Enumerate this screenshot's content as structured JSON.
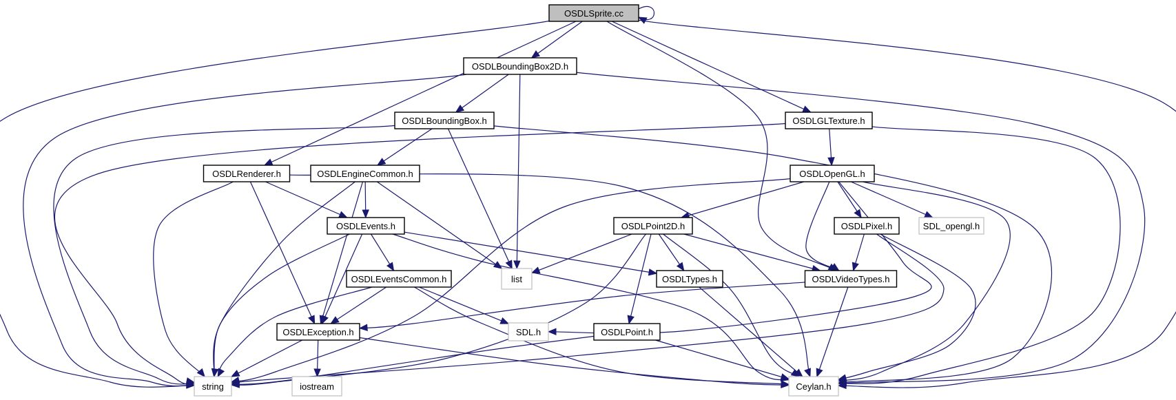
{
  "nodes": [
    {
      "id": "sprite",
      "label": "OSDLSprite.cc",
      "kind": "root"
    },
    {
      "id": "bbox2d",
      "label": "OSDLBoundingBox2D.h",
      "kind": "header"
    },
    {
      "id": "bbox",
      "label": "OSDLBoundingBox.h",
      "kind": "header"
    },
    {
      "id": "gltex",
      "label": "OSDLGLTexture.h",
      "kind": "header"
    },
    {
      "id": "renderer",
      "label": "OSDLRenderer.h",
      "kind": "header"
    },
    {
      "id": "enginecommon",
      "label": "OSDLEngineCommon.h",
      "kind": "header"
    },
    {
      "id": "opengl",
      "label": "OSDLOpenGL.h",
      "kind": "header"
    },
    {
      "id": "events",
      "label": "OSDLEvents.h",
      "kind": "header"
    },
    {
      "id": "point2d",
      "label": "OSDLPoint2D.h",
      "kind": "header"
    },
    {
      "id": "pixel",
      "label": "OSDLPixel.h",
      "kind": "header"
    },
    {
      "id": "sdlopengl",
      "label": "SDL_opengl.h",
      "kind": "external"
    },
    {
      "id": "eventscommon",
      "label": "OSDLEventsCommon.h",
      "kind": "header"
    },
    {
      "id": "list",
      "label": "list",
      "kind": "external"
    },
    {
      "id": "types",
      "label": "OSDLTypes.h",
      "kind": "header"
    },
    {
      "id": "videotypes",
      "label": "OSDLVideoTypes.h",
      "kind": "header"
    },
    {
      "id": "exception",
      "label": "OSDLException.h",
      "kind": "header"
    },
    {
      "id": "sdl",
      "label": "SDL.h",
      "kind": "external"
    },
    {
      "id": "point",
      "label": "OSDLPoint.h",
      "kind": "header"
    },
    {
      "id": "string",
      "label": "string",
      "kind": "external"
    },
    {
      "id": "iostream",
      "label": "iostream",
      "kind": "external"
    },
    {
      "id": "ceylan",
      "label": "Ceylan.h",
      "kind": "external"
    }
  ],
  "edges": [
    [
      "sprite",
      "sprite"
    ],
    [
      "sprite",
      "bbox2d"
    ],
    [
      "sprite",
      "renderer"
    ],
    [
      "sprite",
      "gltex"
    ],
    [
      "sprite",
      "videotypes"
    ],
    [
      "sprite",
      "string"
    ],
    [
      "sprite",
      "ceylan"
    ],
    [
      "bbox2d",
      "bbox"
    ],
    [
      "bbox2d",
      "list"
    ],
    [
      "bbox2d",
      "string"
    ],
    [
      "bbox2d",
      "ceylan"
    ],
    [
      "bbox",
      "enginecommon"
    ],
    [
      "bbox",
      "list"
    ],
    [
      "bbox",
      "string"
    ],
    [
      "bbox",
      "ceylan"
    ],
    [
      "gltex",
      "opengl"
    ],
    [
      "gltex",
      "string"
    ],
    [
      "gltex",
      "ceylan"
    ],
    [
      "renderer",
      "events"
    ],
    [
      "renderer",
      "exception"
    ],
    [
      "renderer",
      "string"
    ],
    [
      "renderer",
      "ceylan"
    ],
    [
      "enginecommon",
      "events"
    ],
    [
      "enginecommon",
      "exception"
    ],
    [
      "enginecommon",
      "list"
    ],
    [
      "enginecommon",
      "string"
    ],
    [
      "opengl",
      "point2d"
    ],
    [
      "opengl",
      "pixel"
    ],
    [
      "opengl",
      "sdlopengl"
    ],
    [
      "opengl",
      "videotypes"
    ],
    [
      "opengl",
      "sdl"
    ],
    [
      "opengl",
      "string"
    ],
    [
      "opengl",
      "ceylan"
    ],
    [
      "events",
      "eventscommon"
    ],
    [
      "events",
      "types"
    ],
    [
      "events",
      "exception"
    ],
    [
      "events",
      "string"
    ],
    [
      "events",
      "ceylan"
    ],
    [
      "point2d",
      "list"
    ],
    [
      "point2d",
      "types"
    ],
    [
      "point2d",
      "point"
    ],
    [
      "point2d",
      "videotypes"
    ],
    [
      "point2d",
      "string"
    ],
    [
      "point2d",
      "ceylan"
    ],
    [
      "pixel",
      "videotypes"
    ],
    [
      "pixel",
      "string"
    ],
    [
      "pixel",
      "ceylan"
    ],
    [
      "eventscommon",
      "exception"
    ],
    [
      "eventscommon",
      "sdl"
    ],
    [
      "eventscommon",
      "string"
    ],
    [
      "eventscommon",
      "ceylan"
    ],
    [
      "types",
      "ceylan"
    ],
    [
      "videotypes",
      "exception"
    ],
    [
      "videotypes",
      "ceylan"
    ],
    [
      "exception",
      "string"
    ],
    [
      "exception",
      "iostream"
    ],
    [
      "exception",
      "ceylan"
    ],
    [
      "point",
      "string"
    ],
    [
      "point",
      "ceylan"
    ]
  ],
  "colors": {
    "edge": "#191970",
    "root_fill": "#bfbfbf",
    "external_border": "#bfbfbf",
    "border": "#000000"
  }
}
